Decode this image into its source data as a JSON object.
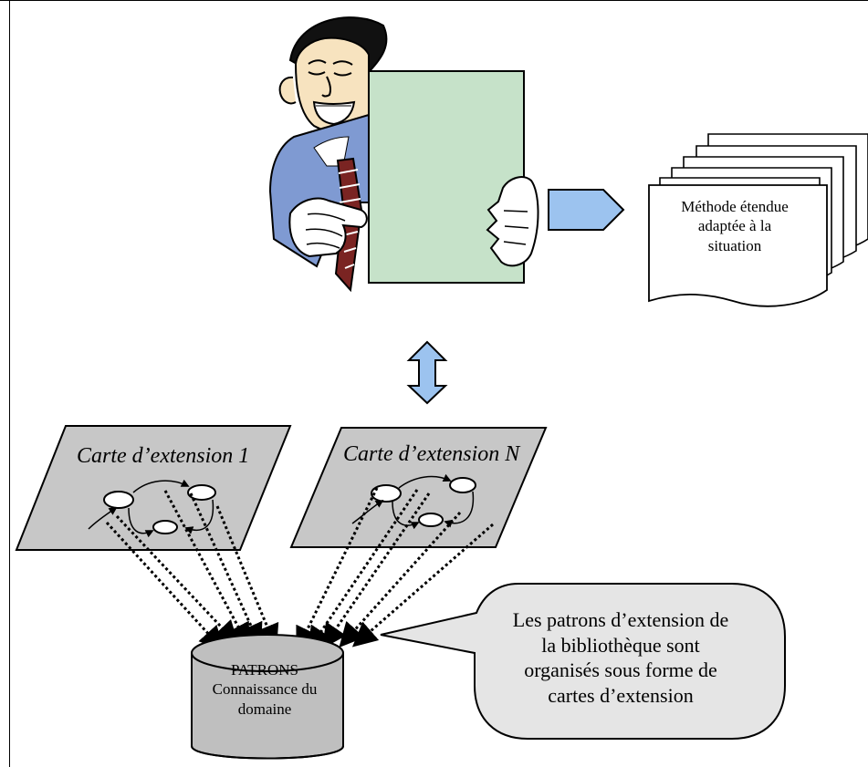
{
  "document": {
    "text": "Méthode étendue\nadaptée à la\nsituation"
  },
  "maps": {
    "first_title": "Carte d’extension 1",
    "second_title": "Carte d’extension N"
  },
  "callout": {
    "text": "Les patrons d’extension de\nla bibliothèque sont\norganisés sous forme de\ncartes d’extension"
  },
  "database": {
    "text": "PATRONS\nConnaissance du\ndomaine"
  },
  "colors": {
    "green_sheet": "#c6e2c9",
    "shirt_blue": "#7f9ad2",
    "arrow_blue": "#9cc3ef",
    "map_gray": "#c7c7c7",
    "database_gray": "#bfbfbf",
    "callout_gray": "#e5e5e5"
  },
  "icons": {
    "character": "man-holding-sheet-icon",
    "document_stack": "document-stack-icon"
  }
}
